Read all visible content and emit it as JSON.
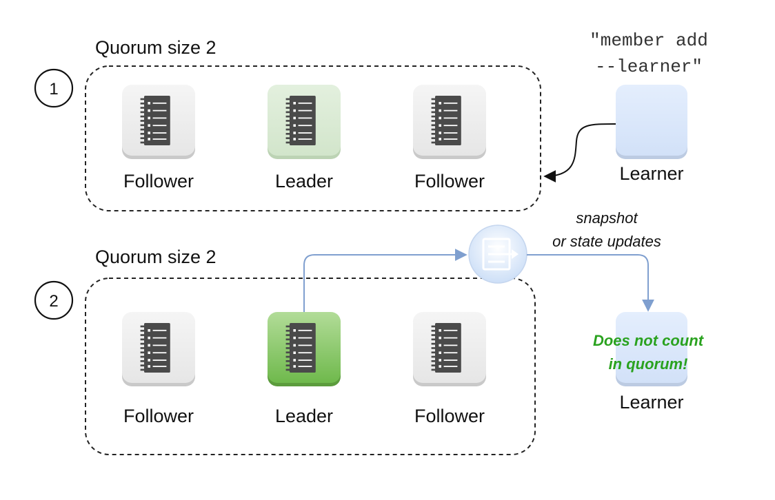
{
  "cluster_1": {
    "step": "1",
    "quorum_title": "Quorum size 2",
    "nodes": [
      {
        "label": "Follower",
        "role": "follower"
      },
      {
        "label": "Leader",
        "role": "leader"
      },
      {
        "label": "Follower",
        "role": "follower"
      }
    ],
    "learner_label": "Learner",
    "command_line1": "\"member add",
    "command_line2": "--learner\""
  },
  "cluster_2": {
    "step": "2",
    "quorum_title": "Quorum size 2",
    "nodes": [
      {
        "label": "Follower",
        "role": "follower"
      },
      {
        "label": "Leader",
        "role": "leader"
      },
      {
        "label": "Follower",
        "role": "follower"
      }
    ],
    "learner_label": "Learner",
    "sync_note_line1": "snapshot",
    "sync_note_line2": "or state updates",
    "warning_line1": "Does not count",
    "warning_line2": "in quorum!"
  },
  "icons": {
    "node": "server-log-icon",
    "sync": "message-transfer-icon"
  },
  "colors": {
    "follower_tile": "#f2f2f2",
    "leader_tile_1": "#dbead6",
    "leader_tile_2": "#94cc74",
    "learner_tile": "#dce8fb",
    "arrow_blue": "#7f9fcf",
    "warning_green": "#2aa21f",
    "dash_border": "#222222"
  }
}
